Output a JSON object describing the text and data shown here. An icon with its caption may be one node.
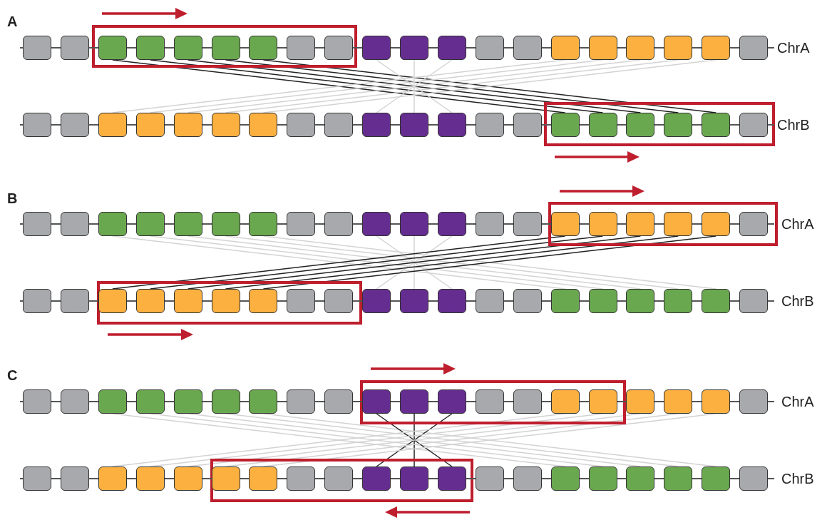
{
  "diagram": {
    "nodes": [
      {
        "text": [
          "ChrA"
        ]
      },
      {
        "text": [],
        "shape": "box",
        "in": 0
      },
      {
        "text": [],
        "shape": "box",
        "in": 0
      },
      {
        "text": [],
        "shape": "box",
        "in": 0
      },
      {
        "text": [],
        "shape": "box",
        "in": 0
      },
      {
        "text": [],
        "shape": "box",
        "in": 0
      },
      {
        "text": [],
        "shape": "box",
        "in": 0
      },
      {
        "text": [],
        "shape": "box",
        "in": 0
      },
      {
        "text": [],
        "shape": "box",
        "in": 0
      },
      {
        "text": [],
        "shape": "box",
        "in": 0
      },
      {
        "text": [],
        "shape": "box",
        "in": 0
      },
      {
        "text": [],
        "shape": "box",
        "in": 0
      },
      {
        "text": [],
        "shape": "box",
        "in": 0
      },
      {
        "text": [],
        "shape": "box",
        "in": 0
      },
      {
        "text": [],
        "shape": "box",
        "in": 0
      },
      {
        "text": [],
        "shape": "box",
        "in": 0
      },
      {
        "text": [],
        "shape": "box",
        "in": 0
      },
      {
        "text": [],
        "shape": "box",
        "in": 0
      },
      {
        "text": [],
        "shape": "box",
        "in": 0
      },
      {
        "text": [],
        "shape": "box",
        "in": 0
      },
      {
        "text": [],
        "shape": "box",
        "in": 0
      },
      {
        "text": [
          "ChrB"
        ]
      },
      {
        "text": [],
        "shape": "box",
        "in": 21
      },
      {
        "text": [],
        "shape": "box",
        "in": 21
      },
      {
        "text": [],
        "shape": "box",
        "in": 21
      },
      {
        "text": [],
        "shape": "box",
        "in": 21
      },
      {
        "text": [],
        "shape": "box",
        "in": 21
      },
      {
        "text": [],
        "shape": "box",
        "in": 21
      },
      {
        "text": [],
        "shape": "box",
        "in": 21
      },
      {
        "text": [],
        "shape": "box",
        "in": 21
      },
      {
        "text": [],
        "shape": "box",
        "in": 21
      },
      {
        "text": [],
        "shape": "box",
        "in": 21
      },
      {
        "text": [],
        "shape": "box",
        "in": 21
      },
      {
        "text": [],
        "shape": "box",
        "in": 21
      },
      {
        "text": [],
        "shape": "box",
        "in": 21
      },
      {
        "text": [],
        "shape": "box",
        "in": 21
      },
      {
        "text": [],
        "shape": "box",
        "in": 21
      },
      {
        "text": [],
        "shape": "box",
        "in": 21
      },
      {
        "text": [],
        "shape": "box",
        "in": 21
      },
      {
        "text": [],
        "shape": "box",
        "in": 21
      },
      {
        "text": [],
        "shape": "box",
        "in": 21
      },
      {
        "text": [],
        "shape": "box",
        "in": 21
      },
      {
        "text": [
          "ChrA"
        ]
      },
      {
        "text": [],
        "shape": "box",
        "in": 42
      },
      {
        "text": [],
        "shape": "box",
        "in": 42
      },
      {
        "text": [],
        "shape": "box",
        "in": 42
      },
      {
        "text": [],
        "shape": "box",
        "in": 42
      },
      {
        "text": [],
        "shape": "box",
        "in": 42
      },
      {
        "text": [],
        "shape": "box",
        "in": 42
      },
      {
        "text": [],
        "shape": "box",
        "in": 42
      },
      {
        "text": [],
        "shape": "box",
        "in": 42
      },
      {
        "text": [],
        "shape": "box",
        "in": 42
      },
      {
        "text": [],
        "shape": "box",
        "in": 42
      },
      {
        "text": [],
        "shape": "box",
        "in": 42
      },
      {
        "text": [],
        "shape": "box",
        "in": 42
      },
      {
        "text": [],
        "shape": "box",
        "in": 42
      },
      {
        "text": [],
        "shape": "box",
        "in": 42
      },
      {
        "text": [],
        "shape": "box",
        "in": 42
      },
      {
        "text": [],
        "shape": "box",
        "in": 42
      },
      {
        "text": [],
        "shape": "box",
        "in": 42
      },
      {
        "text": [],
        "shape": "box",
        "in": 42
      },
      {
        "text": [],
        "shape": "box",
        "in": 42
      },
      {
        "text": [],
        "shape": "box",
        "in": 42
      },
      {
        "text": [
          "ChrB"
        ]
      },
      {
        "text": [],
        "shape": "box",
        "in": 63
      },
      {
        "text": [],
        "shape": "box",
        "in": 63
      },
      {
        "text": [],
        "shape": "box",
        "in": 63
      },
      {
        "text": [],
        "shape": "box",
        "in": 63
      },
      {
        "text": [],
        "shape": "box",
        "in": 63
      },
      {
        "text": [],
        "shape": "box",
        "in": 63
      },
      {
        "text": [],
        "shape": "box",
        "in": 63
      },
      {
        "text": [],
        "shape": "box",
        "in": 63
      },
      {
        "text": [],
        "shape": "box",
        "in": 63
      },
      {
        "text": [],
        "shape": "box",
        "in": 63
      },
      {
        "text": [],
        "shape": "box",
        "in": 63
      },
      {
        "text": [],
        "shape": "box",
        "in": 63
      },
      {
        "text": [],
        "shape": "box",
        "in": 63
      },
      {
        "text": [],
        "shape": "box",
        "in": 63
      },
      {
        "text": [],
        "shape": "box",
        "in": 63
      },
      {
        "text": [],
        "shape": "box",
        "in": 63
      },
      {
        "text": [],
        "shape": "box",
        "in": 63
      },
      {
        "text": [],
        "shape": "box",
        "in": 63
      },
      {
        "text": [],
        "shape": "box",
        "in": 63
      },
      {
        "text": [],
        "shape": "box",
        "in": 63
      },
      {
        "text": [
          "ChrA"
        ]
      },
      {
        "text": [],
        "shape": "box",
        "in": 84
      },
      {
        "text": [],
        "shape": "box",
        "in": 84
      },
      {
        "text": [],
        "shape": "box",
        "in": 84
      },
      {
        "text": [],
        "shape": "box",
        "in": 84
      },
      {
        "text": [],
        "shape": "box",
        "in": 84
      },
      {
        "text": [],
        "shape": "box",
        "in": 84
      },
      {
        "text": [],
        "shape": "box",
        "in": 84
      },
      {
        "text": [],
        "shape": "box",
        "in": 84
      },
      {
        "text": [],
        "shape": "box",
        "in": 84
      },
      {
        "text": [],
        "shape": "box",
        "in": 84
      },
      {
        "text": [],
        "shape": "box",
        "in": 84
      },
      {
        "text": [],
        "shape": "box",
        "in": 84
      },
      {
        "text": [],
        "shape": "box",
        "in": 84
      },
      {
        "text": [],
        "shape": "box",
        "in": 84
      },
      {
        "text": [],
        "shape": "box",
        "in": 84
      },
      {
        "text": [],
        "shape": "box",
        "in": 84
      },
      {
        "text": [],
        "shape": "box",
        "in": 84
      },
      {
        "text": [],
        "shape": "box",
        "in": 84
      },
      {
        "text": [],
        "shape": "box",
        "in": 84
      },
      {
        "text": [],
        "shape": "box",
        "in": 84
      },
      {
        "text": [
          "ChrB"
        ]
      },
      {
        "text": [],
        "shape": "box",
        "in": 105
      },
      {
        "text": [],
        "shape": "box",
        "in": 105
      },
      {
        "text": [],
        "shape": "box",
        "in": 105
      },
      {
        "text": [],
        "shape": "box",
        "in": 105
      },
      {
        "text": [],
        "shape": "box",
        "in": 105
      },
      {
        "text": [],
        "shape": "box",
        "in": 105
      },
      {
        "text": [],
        "shape": "box",
        "in": 105
      },
      {
        "text": [],
        "shape": "box",
        "in": 105
      },
      {
        "text": [],
        "shape": "box",
        "in": 105
      },
      {
        "text": [],
        "shape": "box",
        "in": 105
      },
      {
        "text": [],
        "shape": "box",
        "in": 105
      },
      {
        "text": [],
        "shape": "box",
        "in": 105
      },
      {
        "text": [],
        "shape": "box",
        "in": 105
      },
      {
        "text": [],
        "shape": "box",
        "in": 105
      },
      {
        "text": [],
        "shape": "box",
        "in": 105
      },
      {
        "text": [],
        "shape": "box",
        "in": 105
      },
      {
        "text": [],
        "shape": "box",
        "in": 105
      },
      {
        "text": [],
        "shape": "box",
        "in": 105
      },
      {
        "text": [],
        "shape": "box",
        "in": 105
      },
      {
        "text": [],
        "shape": "box",
        "in": 105
      }
    ],
    "edges": [
      {
        "from": 3,
        "to": 36,
        "arrow": "none",
        "color": "#222222"
      },
      {
        "from": 4,
        "to": 37,
        "arrow": "none",
        "color": "#222222"
      },
      {
        "from": 5,
        "to": 38,
        "arrow": "none",
        "color": "#222222"
      },
      {
        "from": 6,
        "to": 39,
        "arrow": "none",
        "color": "#222222"
      },
      {
        "from": 7,
        "to": 40,
        "arrow": "none",
        "color": "#222222"
      },
      {
        "from": 10,
        "to": 33,
        "arrow": "none"
      },
      {
        "from": 11,
        "to": 32,
        "arrow": "none"
      },
      {
        "from": 12,
        "to": 31,
        "arrow": "none"
      },
      {
        "from": 15,
        "to": 24,
        "arrow": "none"
      },
      {
        "from": 16,
        "to": 25,
        "arrow": "none"
      },
      {
        "from": 17,
        "to": 26,
        "arrow": "none"
      },
      {
        "from": 18,
        "to": 27,
        "arrow": "none"
      },
      {
        "from": 19,
        "to": 28,
        "arrow": "none"
      },
      {
        "from": 45,
        "to": 78,
        "arrow": "none"
      },
      {
        "from": 46,
        "to": 79,
        "arrow": "none"
      },
      {
        "from": 47,
        "to": 80,
        "arrow": "none"
      },
      {
        "from": 48,
        "to": 81,
        "arrow": "none"
      },
      {
        "from": 49,
        "to": 82,
        "arrow": "none"
      },
      {
        "from": 52,
        "to": 75,
        "arrow": "none"
      },
      {
        "from": 53,
        "to": 74,
        "arrow": "none"
      },
      {
        "from": 54,
        "to": 73,
        "arrow": "none"
      },
      {
        "from": 57,
        "to": 66,
        "arrow": "none",
        "color": "#222222"
      },
      {
        "from": 58,
        "to": 67,
        "arrow": "none",
        "color": "#222222"
      },
      {
        "from": 59,
        "to": 68,
        "arrow": "none",
        "color": "#222222"
      },
      {
        "from": 60,
        "to": 69,
        "arrow": "none",
        "color": "#222222"
      },
      {
        "from": 61,
        "to": 70,
        "arrow": "none",
        "color": "#222222"
      },
      {
        "from": 87,
        "to": 120,
        "arrow": "none"
      },
      {
        "from": 88,
        "to": 121,
        "arrow": "none"
      },
      {
        "from": 89,
        "to": 122,
        "arrow": "none"
      },
      {
        "from": 90,
        "to": 123,
        "arrow": "none"
      },
      {
        "from": 91,
        "to": 124,
        "arrow": "none"
      },
      {
        "from": 94,
        "to": 117,
        "arrow": "none",
        "color": "#222222"
      },
      {
        "from": 95,
        "to": 116,
        "arrow": "none",
        "color": "#222222"
      },
      {
        "from": 96,
        "to": 115,
        "arrow": "none",
        "color": "#222222"
      },
      {
        "from": 99,
        "to": 108,
        "arrow": "none"
      },
      {
        "from": 100,
        "to": 109,
        "arrow": "none"
      },
      {
        "from": 101,
        "to": 110,
        "arrow": "none"
      },
      {
        "from": 102,
        "to": 111,
        "arrow": "none"
      },
      {
        "from": 103,
        "to": 112,
        "arrow": "none"
      }
    ],
    "labels": [
      "A",
      "B",
      "C"
    ]
  }
}
